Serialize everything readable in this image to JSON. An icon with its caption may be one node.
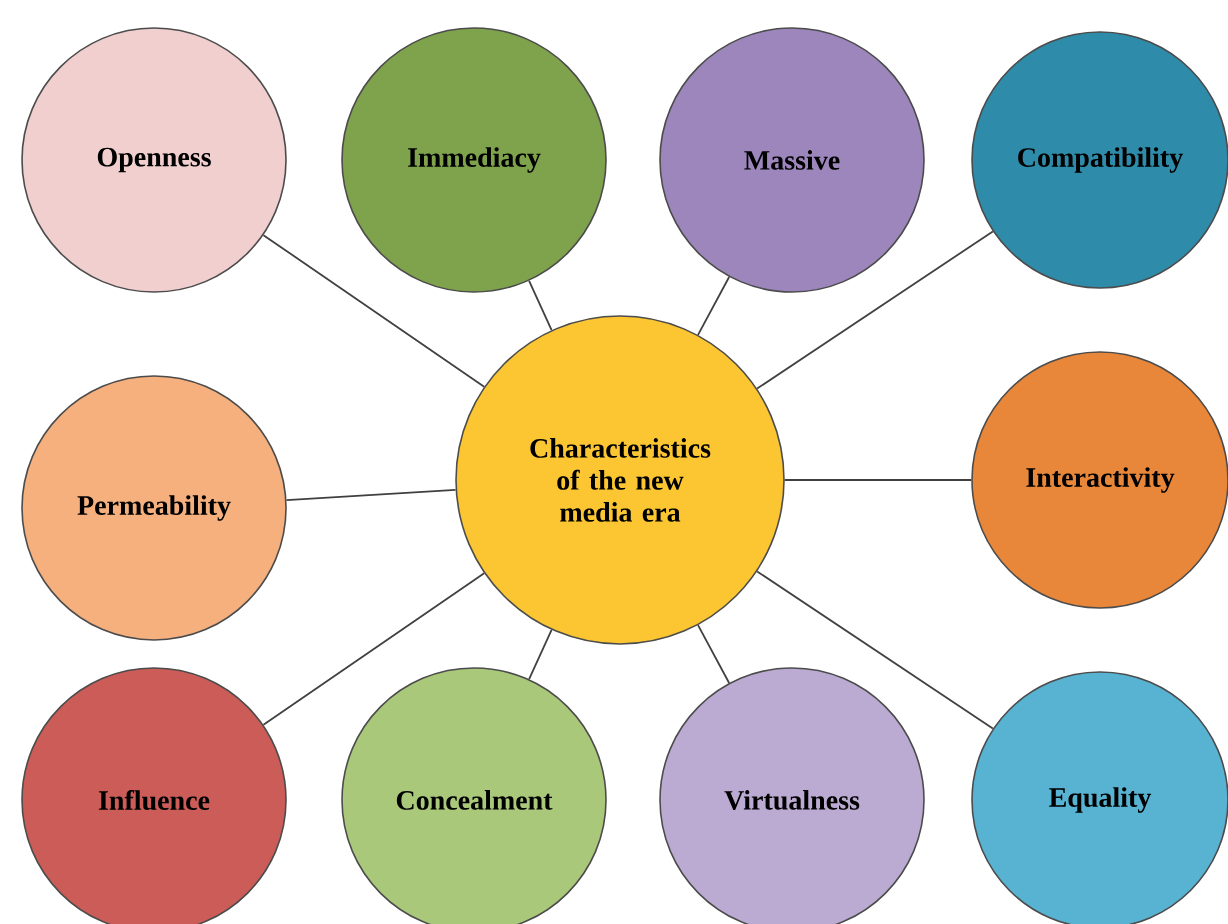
{
  "diagram": {
    "nodes": [
      {
        "text": [
          "Openness"
        ]
      },
      {
        "text": [
          "Immediacy"
        ]
      },
      {
        "text": [
          "Massive"
        ]
      },
      {
        "text": [
          "Compatibility"
        ]
      },
      {
        "text": [
          "Permeability"
        ]
      },
      {
        "text": [
          "Characteristics of the new media era"
        ]
      },
      {
        "text": [
          "Interactivity"
        ]
      },
      {
        "text": [
          "Influence"
        ]
      },
      {
        "text": [
          "Concealment"
        ]
      },
      {
        "text": [
          "Virtualness"
        ]
      },
      {
        "text": [
          "Equality"
        ]
      }
    ],
    "edges": [
      {
        "from": 5,
        "to": 0,
        "arrow": "none"
      },
      {
        "from": 5,
        "to": 1,
        "arrow": "none"
      },
      {
        "from": 5,
        "to": 2,
        "arrow": "none"
      },
      {
        "from": 5,
        "to": 3,
        "arrow": "none"
      },
      {
        "from": 5,
        "to": 4,
        "arrow": "none"
      },
      {
        "from": 5,
        "to": 6,
        "arrow": "none"
      },
      {
        "from": 5,
        "to": 7,
        "arrow": "none"
      },
      {
        "from": 5,
        "to": 8,
        "arrow": "none"
      },
      {
        "from": 5,
        "to": 9,
        "arrow": "none"
      },
      {
        "from": 5,
        "to": 10,
        "arrow": "none"
      }
    ]
  }
}
